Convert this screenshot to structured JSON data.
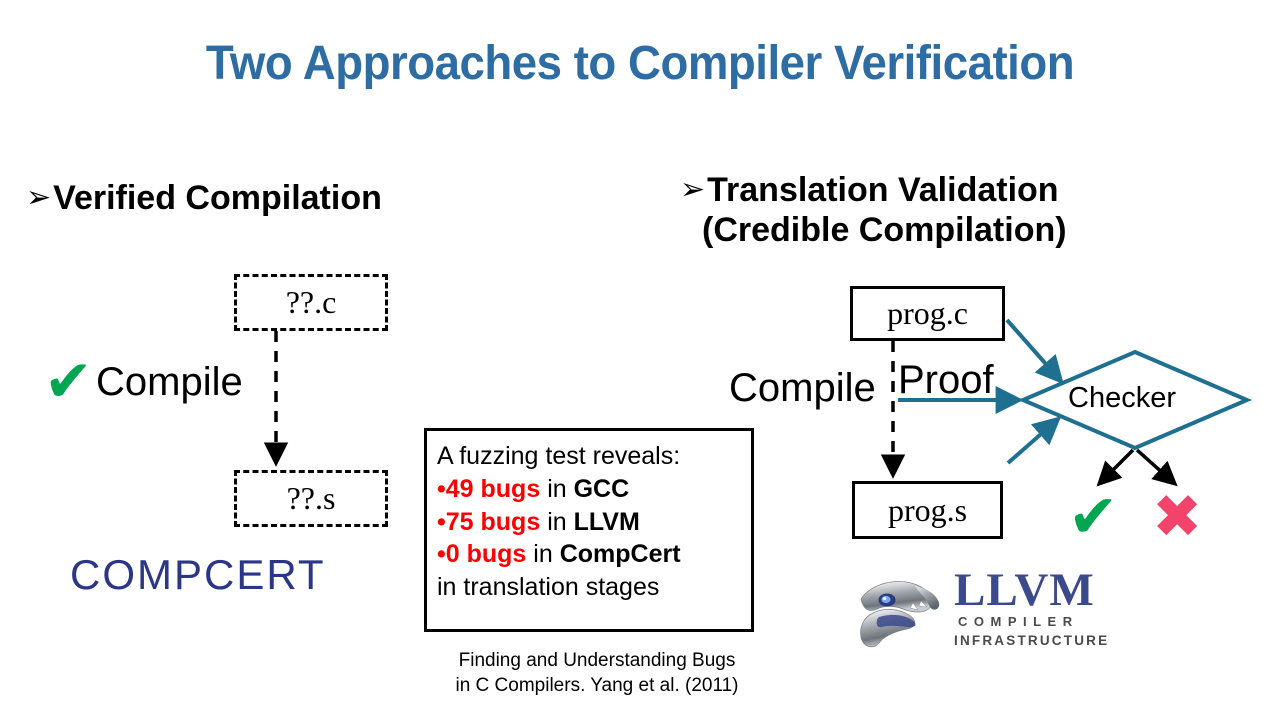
{
  "slide": {
    "title": "Two Approaches to Compiler Verification",
    "title_color": "#2E6DA4",
    "background": "#FFFFFF"
  },
  "left_section": {
    "bullet_glyph": "➢",
    "heading": "Verified Compilation",
    "source_box": "??.c",
    "target_box": "??.s",
    "compile_label": "Compile",
    "check_glyph": "✔",
    "check_color": "#00A651",
    "logo_text": "COMPCERT",
    "logo_color": "#2C3687"
  },
  "right_section": {
    "bullet_glyph": "➢",
    "heading_line1": "Translation Validation",
    "heading_line2": "(Credible Compilation)",
    "source_box": "prog.c",
    "target_box": "prog.s",
    "compile_label": "Compile",
    "proof_label": "Proof",
    "checker_label": "Checker",
    "accent_color": "#1F6F91",
    "result_pass_glyph": "✔",
    "result_pass_color": "#00A651",
    "result_fail_glyph": "✖",
    "result_fail_color": "#F2436B",
    "llvm_logo": {
      "wordmark": "LLVM",
      "sub1": "COMPILER",
      "sub2": "INFRASTRUCTURE",
      "wordmark_color": "#3B4A8C"
    }
  },
  "fuzz_box": {
    "intro": "A fuzzing test reveals:",
    "bullet_char": "•",
    "items": [
      {
        "count": "49 bugs",
        "middle": " in ",
        "target": "GCC"
      },
      {
        "count": "75 bugs",
        "middle": " in ",
        "target": "LLVM"
      },
      {
        "count": "0 bugs",
        "middle": " in ",
        "target": "CompCert"
      }
    ],
    "outro": "in translation stages",
    "count_color": "#FF0000"
  },
  "caption": {
    "line1": "Finding and Understanding Bugs",
    "line2": "in C Compilers. Yang et al. (2011)"
  }
}
